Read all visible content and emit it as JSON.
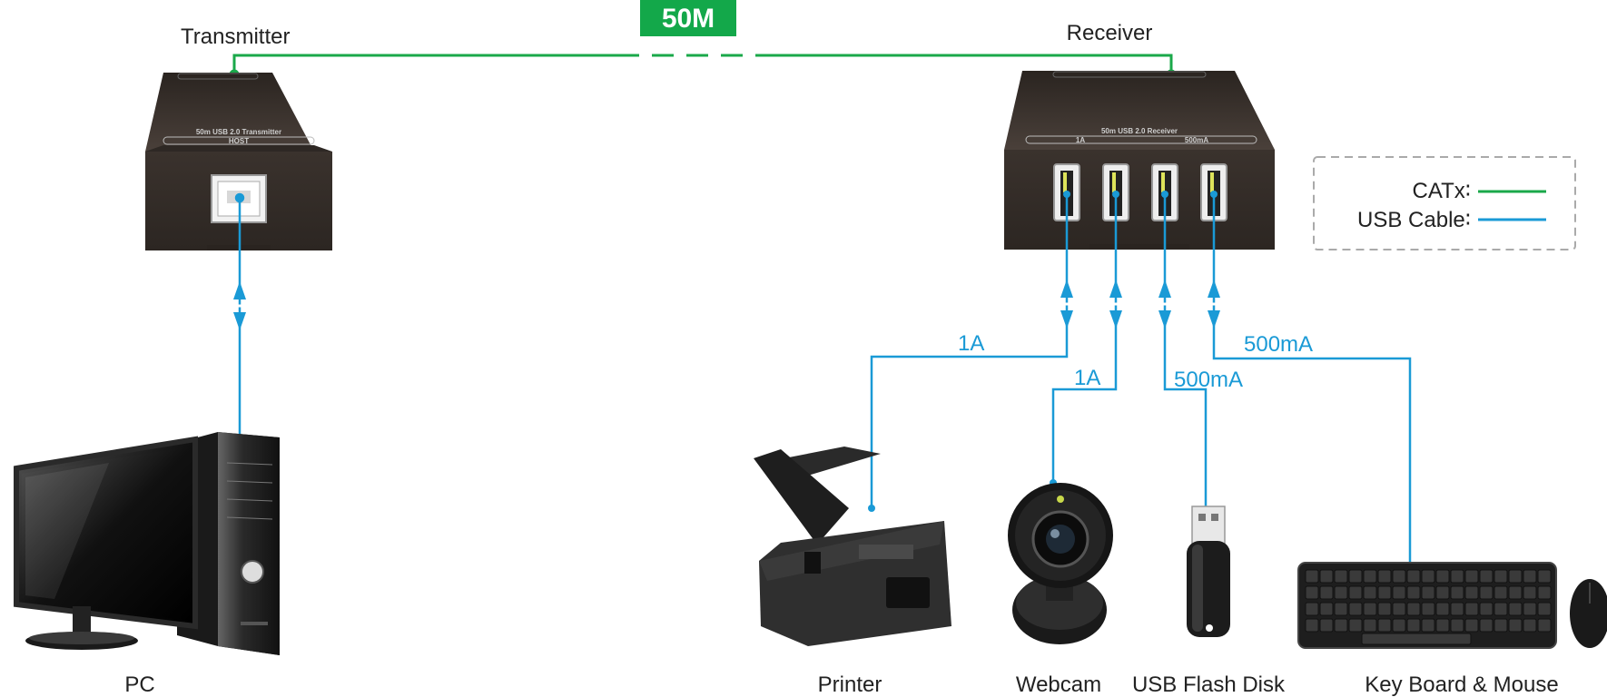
{
  "distance_badge": {
    "text": "50M",
    "color": "#13a84a"
  },
  "transmitter": {
    "title": "Transmitter",
    "device_label": "50m USB 2.0 Transmitter",
    "port_label": "HOST"
  },
  "receiver": {
    "title": "Receiver",
    "device_label": "50m USB 2.0 Receiver",
    "port_label_left": "1A",
    "port_label_right": "500mA"
  },
  "devices": {
    "pc": "PC",
    "printer": "Printer",
    "webcam": "Webcam",
    "flash_disk": "USB Flash Disk",
    "keyboard_mouse": "Key Board & Mouse"
  },
  "current_labels": {
    "printer": "1A",
    "webcam": "1A",
    "flash_disk": "500mA",
    "keyboard_mouse": "500mA"
  },
  "legend": {
    "catx": "CATx∶",
    "usb": "USB  Cable∶"
  },
  "colors": {
    "catx_line": "#1aa84a",
    "usb_line": "#1a9ad6",
    "device_body": "#3a322d"
  }
}
